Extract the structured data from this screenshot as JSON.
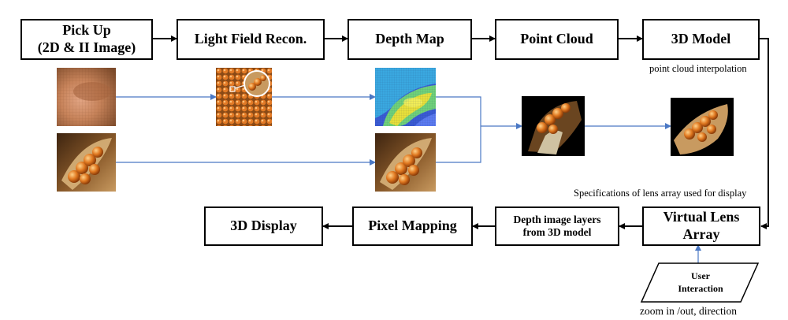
{
  "pipeline_top": {
    "pickup": {
      "line1": "Pick Up",
      "line2": "(2D & II Image)"
    },
    "light_field": "Light Field Recon.",
    "depth_map": "Depth Map",
    "point_cloud": "Point Cloud",
    "model_3d": "3D Model"
  },
  "pipeline_bottom": {
    "virtual_lens": {
      "line1": "Virtual Lens",
      "line2": "Array"
    },
    "depth_layers": {
      "line1": "Depth image layers",
      "line2": "from 3D model"
    },
    "pixel_mapping": "Pixel Mapping",
    "display_3d": "3D Display"
  },
  "notes": {
    "interpolation": "point cloud interpolation",
    "lens_spec": "Specifications of lens array used for display",
    "zoom": "zoom in /out, direction"
  },
  "user_interaction": {
    "line1": "User",
    "line2": "Interaction"
  },
  "colors": {
    "arrow_blue": "#4a78c4",
    "box_border": "#000000"
  }
}
